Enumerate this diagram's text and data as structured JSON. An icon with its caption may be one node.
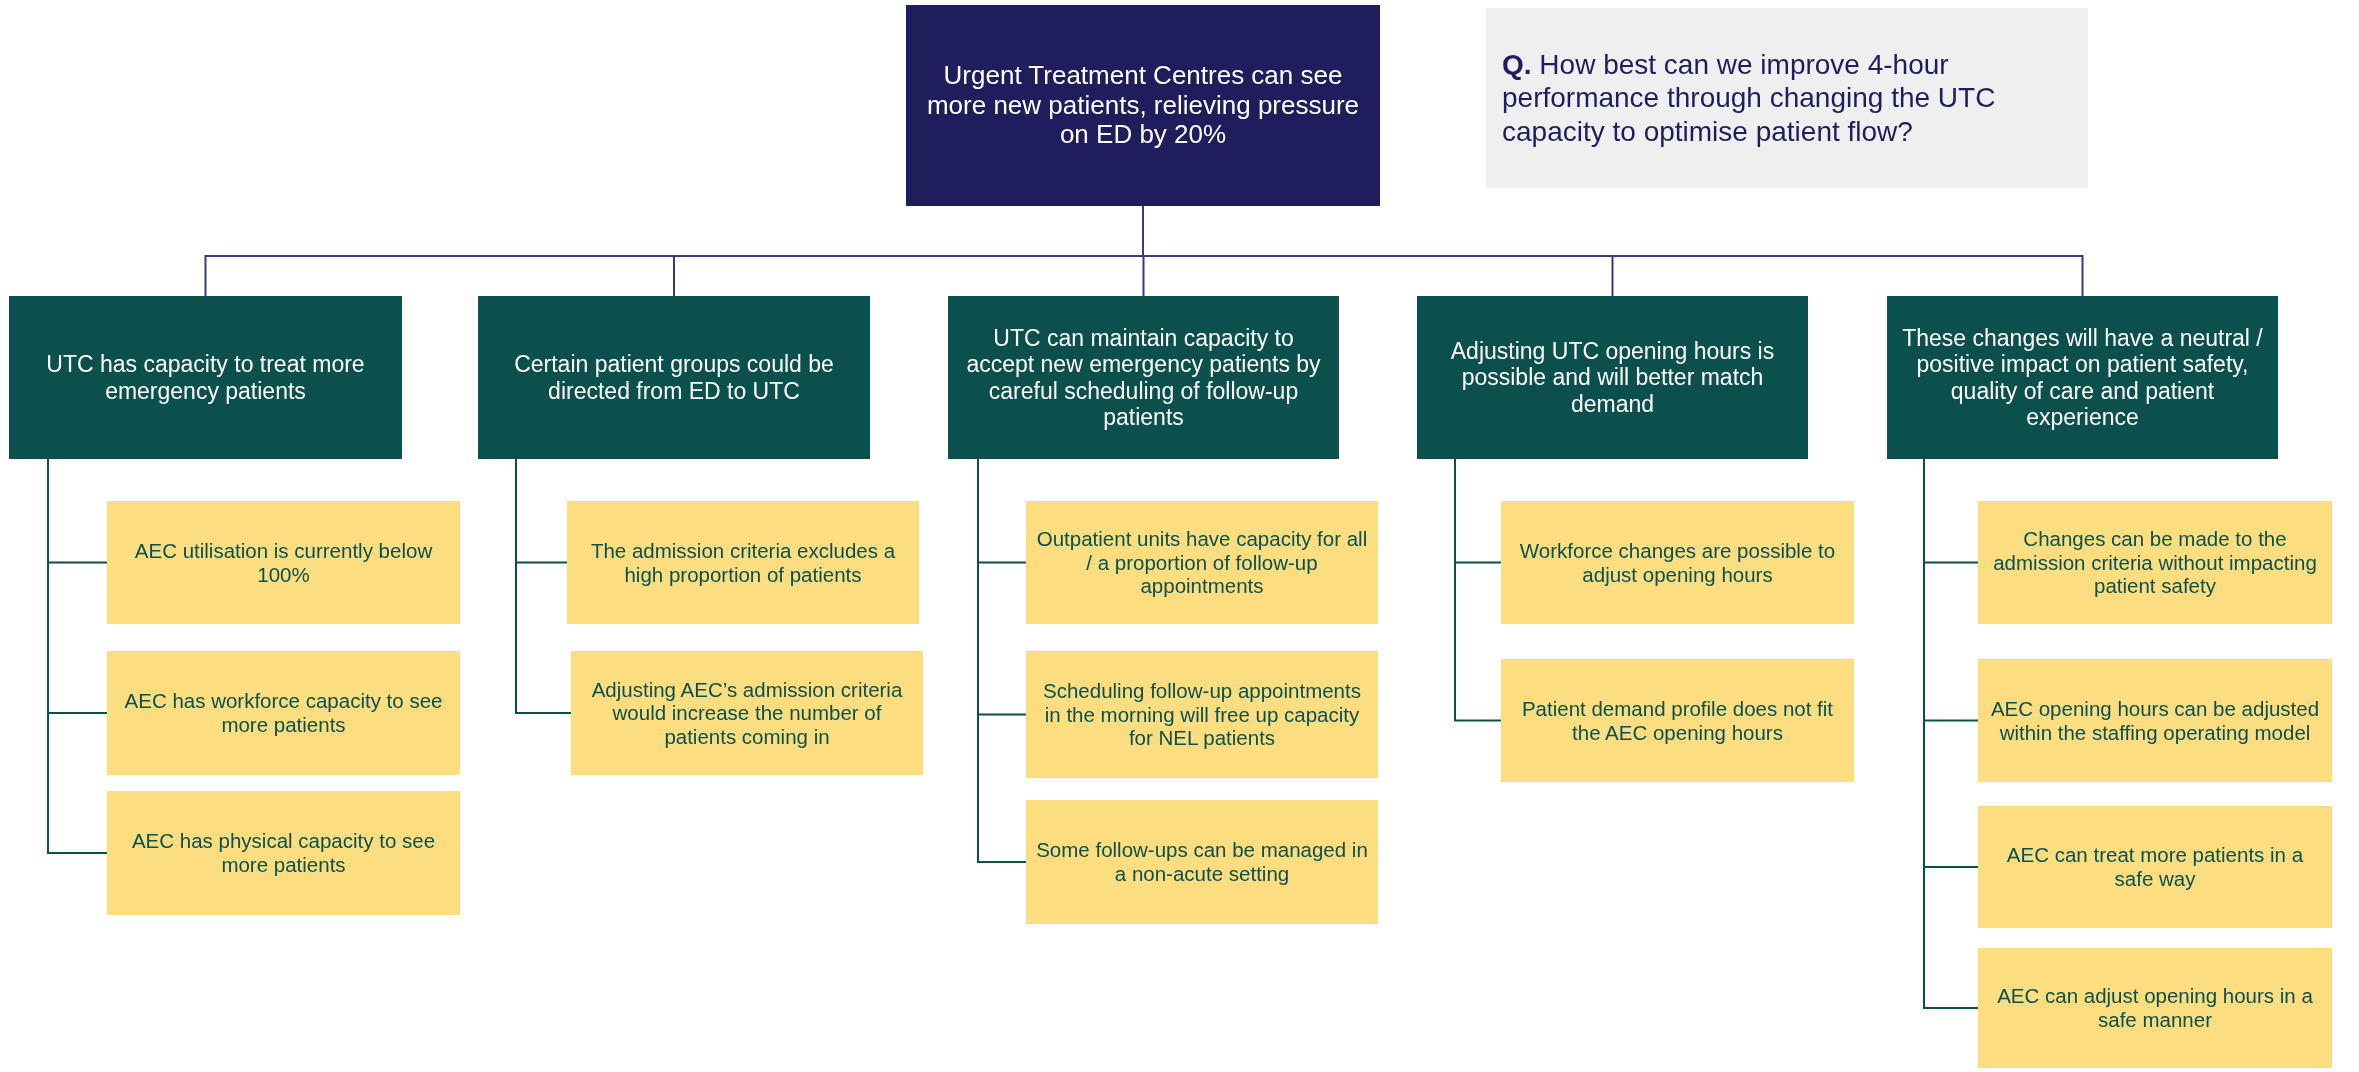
{
  "diagram": {
    "nodes": [
      {
        "text": [
          "Urgent Treatment Centres can see more new patients, relieving pressure on ED by 20%"
        ]
      },
      {
        "text": [
          "**Q.** How best can we improve 4-hour performance through changing the UTC capacity to optimise patient flow?"
        ]
      },
      {
        "text": [
          "UTC has capacity to treat more emergency patients"
        ]
      },
      {
        "text": [
          "AEC utilisation is currently below 100%"
        ]
      },
      {
        "text": [
          "AEC has workforce capacity to see more patients"
        ]
      },
      {
        "text": [
          "AEC has physical capacity to see more patients"
        ]
      },
      {
        "text": [
          "Certain patient groups could be directed from ED to UTC"
        ]
      },
      {
        "text": [
          "The admission criteria excludes a high proportion of patients"
        ]
      },
      {
        "text": [
          "Adjusting AEC’s admission criteria would increase the number of patients coming in"
        ]
      },
      {
        "text": [
          "UTC can maintain capacity to accept new emergency patients by careful scheduling of follow-up patients"
        ]
      },
      {
        "text": [
          "Outpatient units have capacity for all / a proportion of follow-up appointments"
        ]
      },
      {
        "text": [
          "Scheduling follow-up appointments in the morning will free up capacity for NEL patients"
        ]
      },
      {
        "text": [
          "Some follow-ups can be managed in a non-acute setting"
        ]
      },
      {
        "text": [
          "Adjusting UTC opening hours is possible and will better match demand"
        ]
      },
      {
        "text": [
          "Workforce changes are possible to adjust opening hours"
        ]
      },
      {
        "text": [
          "Patient demand profile does not fit the AEC opening hours"
        ]
      },
      {
        "text": [
          "These changes will have a neutral / positive impact on patient safety, quality of care and patient experience"
        ]
      },
      {
        "text": [
          "Changes can be made to the admission criteria without impacting patient safety"
        ]
      },
      {
        "text": [
          "AEC opening hours can be adjusted within the staffing operating model"
        ]
      },
      {
        "text": [
          "AEC can treat more patients in a safe way"
        ]
      },
      {
        "text": [
          "AEC can adjust opening hours in a safe manner"
        ]
      }
    ],
    "edges": [
      {
        "from": 0,
        "to": 2,
        "arrow": "none",
        "color": "#3b3a78"
      },
      {
        "from": 0,
        "to": 6,
        "arrow": "none",
        "color": "#3b3a78"
      },
      {
        "from": 0,
        "to": 9,
        "arrow": "none",
        "color": "#3b3a78"
      },
      {
        "from": 0,
        "to": 13,
        "arrow": "none",
        "color": "#3b3a78"
      },
      {
        "from": 0,
        "to": 16,
        "arrow": "none",
        "color": "#3b3a78"
      },
      {
        "from": 2,
        "to": 3,
        "arrow": "none"
      },
      {
        "from": 2,
        "to": 4,
        "arrow": "none"
      },
      {
        "from": 2,
        "to": 5,
        "arrow": "none"
      },
      {
        "from": 6,
        "to": 7,
        "arrow": "none"
      },
      {
        "from": 6,
        "to": 8,
        "arrow": "none"
      },
      {
        "from": 9,
        "to": 10,
        "arrow": "none"
      },
      {
        "from": 9,
        "to": 11,
        "arrow": "none"
      },
      {
        "from": 9,
        "to": 12,
        "arrow": "none"
      },
      {
        "from": 13,
        "to": 14,
        "arrow": "none"
      },
      {
        "from": 13,
        "to": 15,
        "arrow": "none"
      },
      {
        "from": 16,
        "to": 17,
        "arrow": "none"
      },
      {
        "from": 16,
        "to": 18,
        "arrow": "none"
      },
      {
        "from": 16,
        "to": 19,
        "arrow": "none"
      },
      {
        "from": 16,
        "to": 20,
        "arrow": "none"
      }
    ]
  }
}
